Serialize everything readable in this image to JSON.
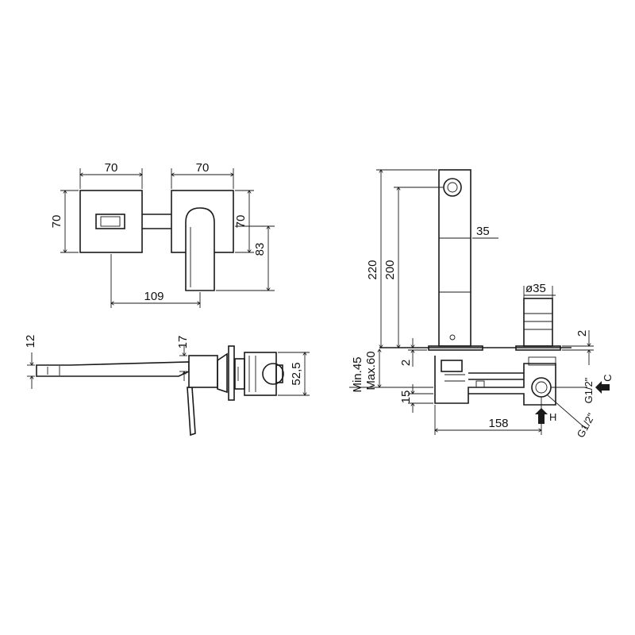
{
  "colors": {
    "line": "#1a1a1a",
    "background": "#ffffff"
  },
  "front_view": {
    "width_left": "70",
    "width_right": "70",
    "height_left": "70",
    "height_right": "70",
    "height_total": "83",
    "spacing": "109"
  },
  "side_view": {
    "spout_thickness": "12",
    "plate_thickness": "17",
    "body_height": "52,5"
  },
  "right_view": {
    "height_220": "220",
    "height_200": "200",
    "outlet_35": "35",
    "diameter": "ø35",
    "plate_2_right": "2",
    "plate_2_left": "2",
    "min_depth": "Min.45",
    "max_depth": "Max.60",
    "pipe_15": "15",
    "length_158": "158",
    "thread_top": "G1/2\"",
    "thread_bottom": "G1/2\"",
    "cold_label": "C",
    "hot_label": "H"
  }
}
